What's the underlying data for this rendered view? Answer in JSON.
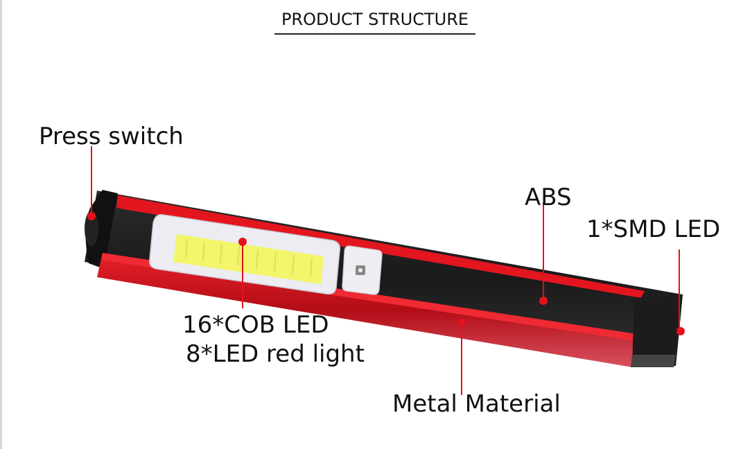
{
  "title": "PRODUCT STRUCTURE",
  "labels": {
    "press_switch": "Press switch",
    "abs": "ABS",
    "smd_led": "1*SMD LED",
    "cob_led": "16*COB LED",
    "red_light": "8*LED red light",
    "metal_material": "Metal Material"
  },
  "colors": {
    "accent_red": "#e5101c",
    "body_red": "#d4151f",
    "body_black": "#1e1e1e",
    "cob_yellow": "#f3f56a",
    "text": "#111111"
  }
}
